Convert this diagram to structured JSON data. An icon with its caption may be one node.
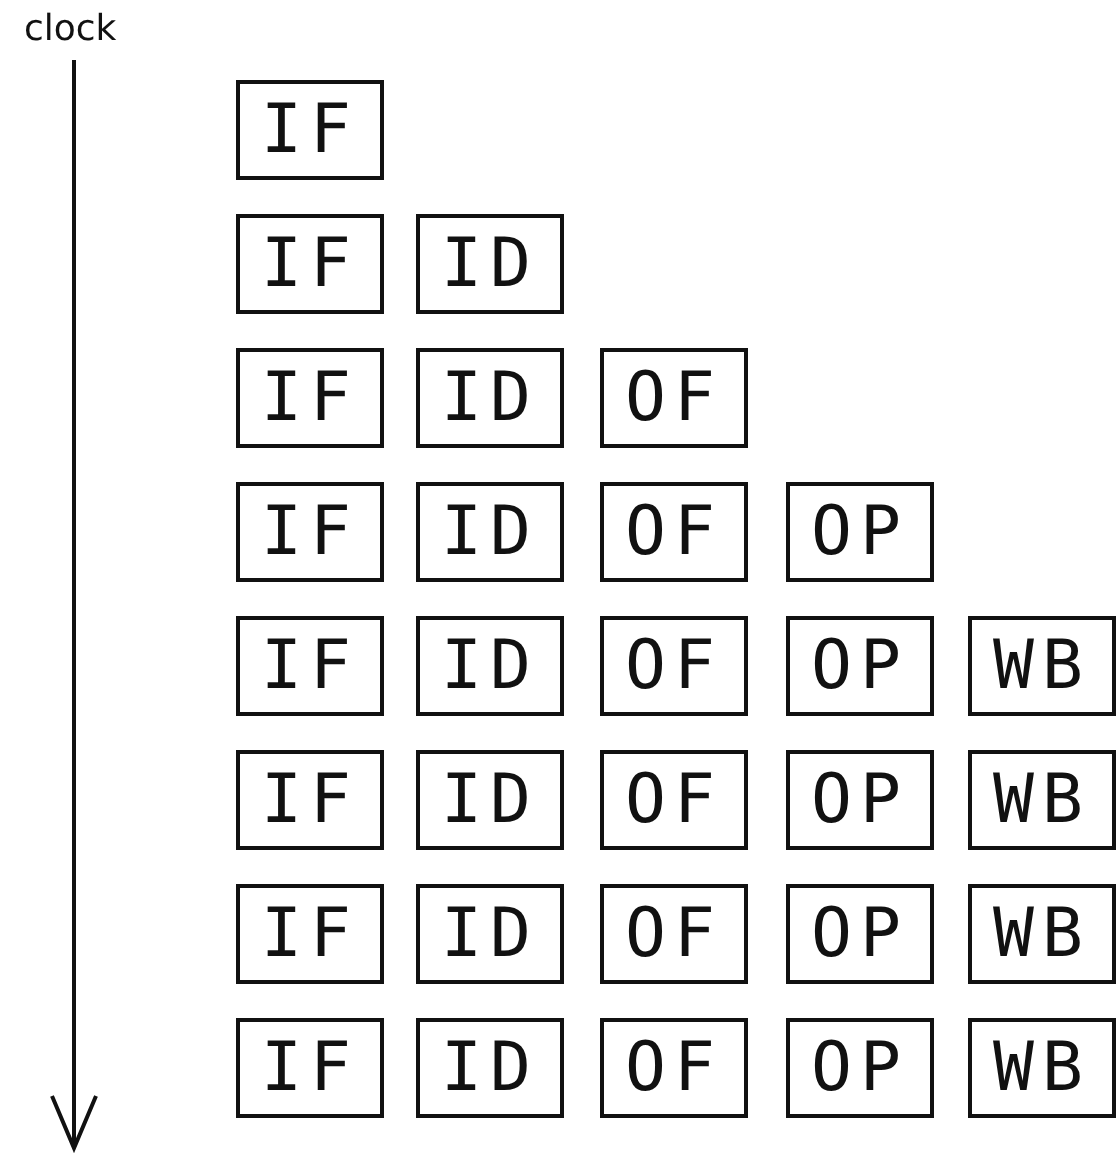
{
  "diagram": {
    "nodes": [
      {
        "text": [
          "IF"
        ]
      },
      {
        "text": [
          "IF"
        ]
      },
      {
        "text": [
          "ID"
        ]
      },
      {
        "text": [
          "IF"
        ]
      },
      {
        "text": [
          "ID"
        ]
      },
      {
        "text": [
          "OF"
        ]
      },
      {
        "text": [
          "IF"
        ]
      },
      {
        "text": [
          "ID"
        ]
      },
      {
        "text": [
          "OF"
        ]
      },
      {
        "text": [
          "OP"
        ]
      },
      {
        "text": [
          "IF"
        ]
      },
      {
        "text": [
          "ID"
        ]
      },
      {
        "text": [
          "OF"
        ]
      },
      {
        "text": [
          "OP"
        ]
      },
      {
        "text": [
          "WB"
        ]
      },
      {
        "text": [
          "IF"
        ]
      },
      {
        "text": [
          "ID"
        ]
      },
      {
        "text": [
          "OF"
        ]
      },
      {
        "text": [
          "OP"
        ]
      },
      {
        "text": [
          "WB"
        ]
      },
      {
        "text": [
          "IF"
        ]
      },
      {
        "text": [
          "ID"
        ]
      },
      {
        "text": [
          "OF"
        ]
      },
      {
        "text": [
          "OP"
        ]
      },
      {
        "text": [
          "WB"
        ]
      },
      {
        "text": [
          "IF"
        ]
      },
      {
        "text": [
          "ID"
        ]
      },
      {
        "text": [
          "OF"
        ]
      },
      {
        "text": [
          "OP"
        ]
      },
      {
        "text": [
          "WB"
        ]
      }
    ],
    "labels": [
      "clock"
    ]
  }
}
